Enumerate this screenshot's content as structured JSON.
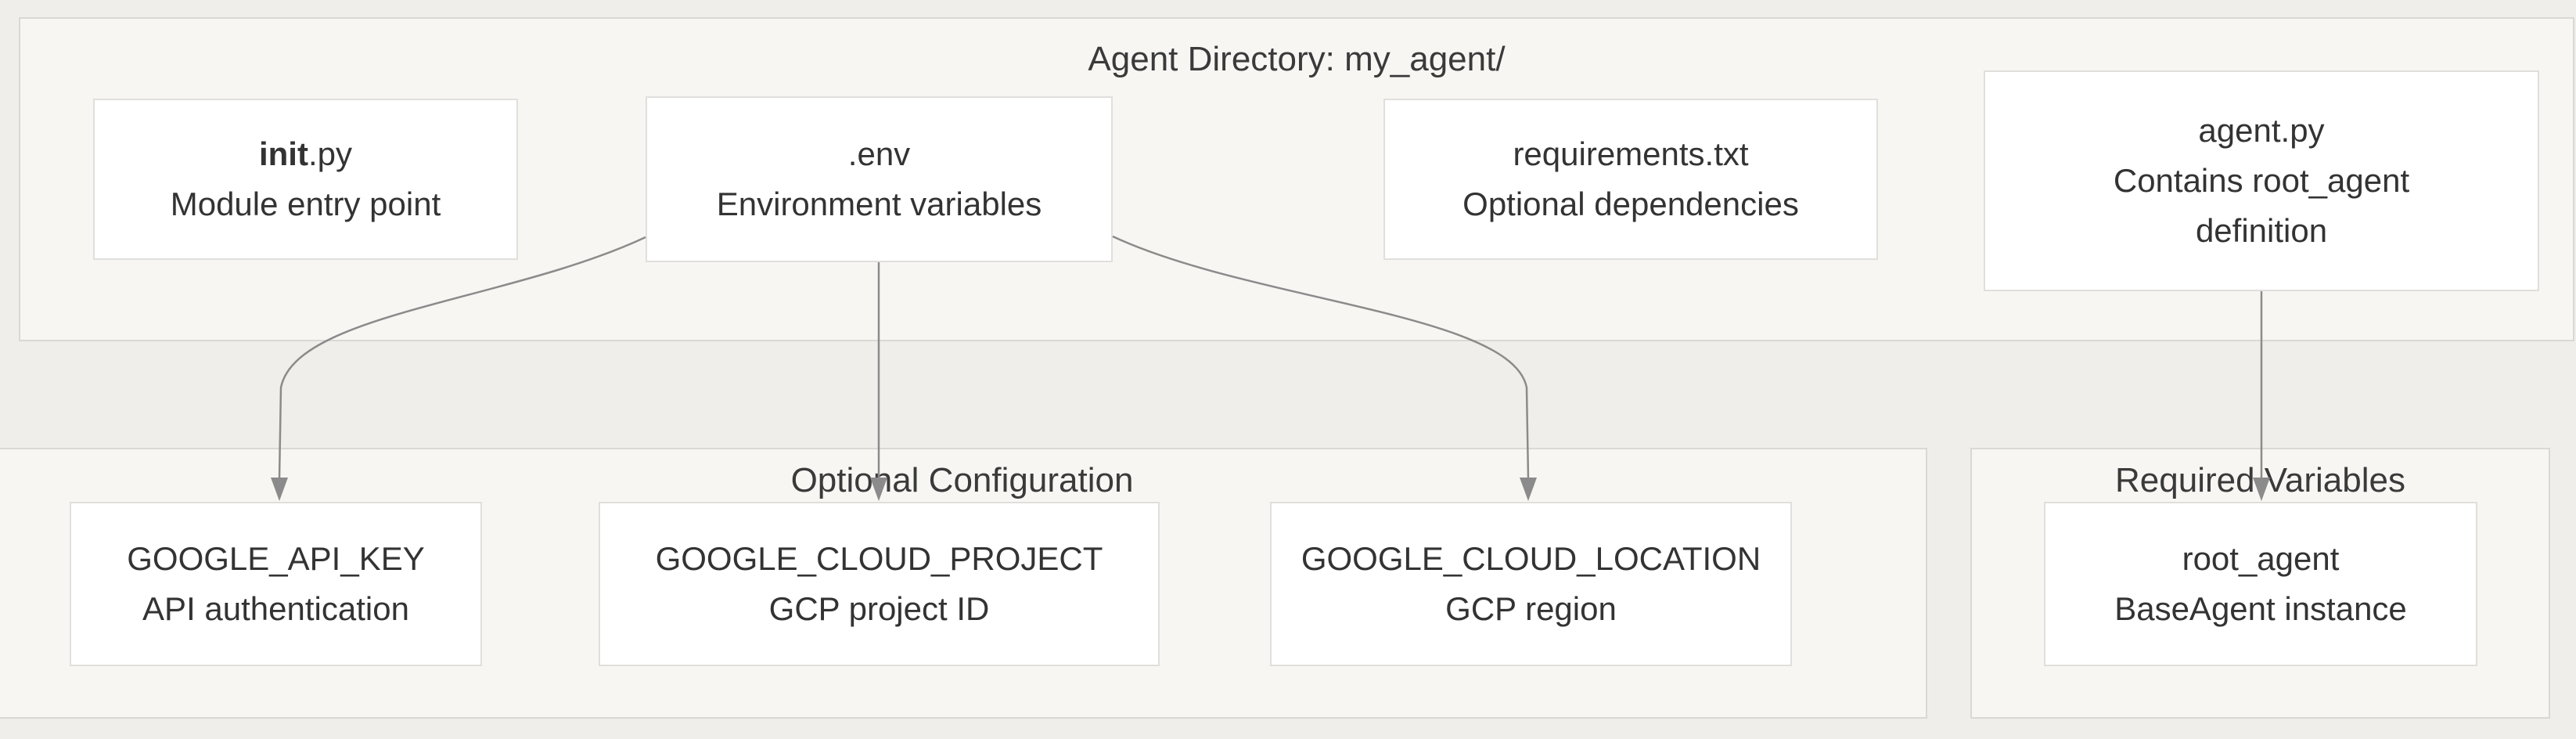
{
  "diagram_type": "flowchart",
  "colors": {
    "page_background": "#efeeea",
    "cluster_fill": "#f7f6f3",
    "cluster_border": "#d9d8d5",
    "node_fill": "#ffffff",
    "node_border": "#e0dfdc",
    "text": "#333333",
    "title_text": "#3a3a3a",
    "edge": "#8b8b8b"
  },
  "clusters": {
    "directory": {
      "title": "Agent Directory: my_agent/"
    },
    "optional": {
      "title": "Optional Configuration"
    },
    "required": {
      "title": "Required Variables"
    }
  },
  "nodes": {
    "init": {
      "name_bold": "init",
      "name_rest": ".py",
      "desc": "Module entry point"
    },
    "env": {
      "name": ".env",
      "desc": "Environment variables"
    },
    "requirements": {
      "name": "requirements.txt",
      "desc": "Optional dependencies"
    },
    "agent": {
      "name": "agent.py",
      "desc": "Contains root_agent definition"
    },
    "api_key": {
      "name": "GOOGLE_API_KEY",
      "desc": "API authentication"
    },
    "project": {
      "name": "GOOGLE_CLOUD_PROJECT",
      "desc": "GCP project ID"
    },
    "location": {
      "name": "GOOGLE_CLOUD_LOCATION",
      "desc": "GCP region"
    },
    "root_agent": {
      "name": "root_agent",
      "desc": "BaseAgent instance"
    }
  },
  "edges": [
    {
      "from": ".env",
      "to": "GOOGLE_API_KEY"
    },
    {
      "from": ".env",
      "to": "GOOGLE_CLOUD_PROJECT"
    },
    {
      "from": ".env",
      "to": "GOOGLE_CLOUD_LOCATION"
    },
    {
      "from": "agent.py",
      "to": "root_agent"
    }
  ]
}
